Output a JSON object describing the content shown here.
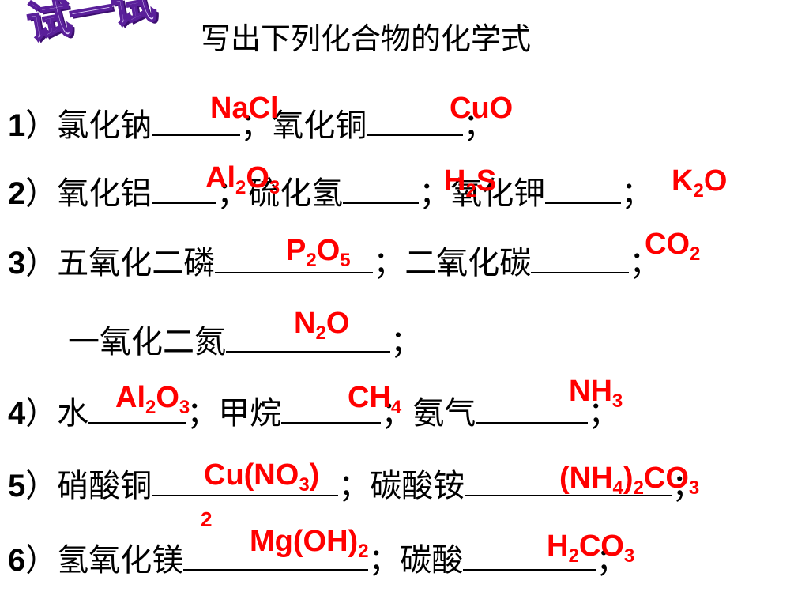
{
  "logo": {
    "text": "试一试"
  },
  "title": "写出下列化合物的化学式",
  "rows": [
    {
      "num": "1",
      "p": "）氯化钠",
      "m1": "；氧化铜",
      "end": "；"
    },
    {
      "num": "2",
      "p": "）氧化铝",
      "m1": "；硫化氢",
      "m2": "；氧化钾",
      "end": "；"
    },
    {
      "num": "3",
      "p": "）五氧化二磷",
      "m1": "；二氧化碳",
      "end": "；"
    },
    {
      "p": "一氧化二氮",
      "end": "；"
    },
    {
      "num": "4",
      "p": "）水",
      "m1": "；甲烷",
      "m2": "；氨气",
      "end": "；"
    },
    {
      "num": "5",
      "p": "）硝酸铜",
      "m1": "；碳酸铵",
      "end": "；"
    },
    {
      "num": "6",
      "p": "）氢氧化镁",
      "m1": "；碳酸",
      "end": "；"
    }
  ],
  "answers": {
    "nacl": "NaCl",
    "cuo": "CuO",
    "al2o3_a": "Al",
    "al2o3_b": "2",
    "al2o3_c": "O",
    "al2o3_d": "3",
    "h2s_a": "H",
    "h2s_b": "2",
    "h2s_c": "S",
    "k2o_a": "K",
    "k2o_b": "2",
    "k2o_c": "O",
    "p2o5_a": "P",
    "p2o5_b": "2",
    "p2o5_c": "O",
    "p2o5_d": "5",
    "co2_a": "CO",
    "co2_b": "2",
    "n2o_a": "N",
    "n2o_b": "2",
    "n2o_c": "O",
    "water_a": "Al",
    "water_b": "2",
    "water_c": "O",
    "water_d": "3",
    "ch4_a": "CH",
    "ch4_b": "4",
    "nh3_a": "NH",
    "nh3_b": "3",
    "cuno3_a": "Cu(NO",
    "cuno3_b": "3",
    "cuno3_c": ")",
    "cuno3_d": "2",
    "nh4co3_a": "(NH",
    "nh4co3_b": "4",
    "nh4co3_c": ")",
    "nh4co3_d": "2",
    "nh4co3_e": "CO",
    "nh4co3_f": "3",
    "mgoh2_a": "Mg(OH)",
    "mgoh2_b": "2",
    "h2co3_a": "H",
    "h2co3_b": "2",
    "h2co3_c": "CO",
    "h2co3_d": "3"
  }
}
